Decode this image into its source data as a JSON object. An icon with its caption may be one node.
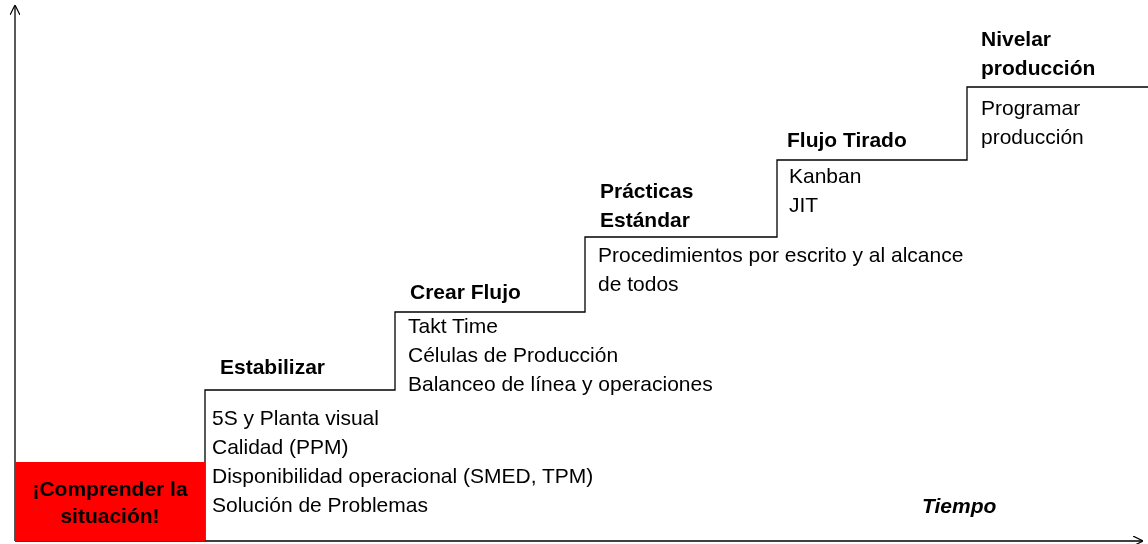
{
  "diagram": {
    "nodes": [
      {
        "text": [
          "¡Comprender la situación!"
        ]
      }
    ],
    "edges": [],
    "labels": [
      "Estabilizar",
      "5S y Planta visual",
      "Calidad (PPM)",
      "Disponibilidad operacional (SMED, TPM)",
      "Solución de Problemas",
      "Crear Flujo",
      "Takt Time",
      "Células de Producción",
      "Balanceo de línea y operaciones",
      "Prácticas Estándar",
      "Procedimientos por escrito y al alcance de todos",
      "Flujo Tirado",
      "Kanban",
      "JIT",
      "Nivelar producción",
      "Programar producción",
      "Tiempo"
    ]
  }
}
